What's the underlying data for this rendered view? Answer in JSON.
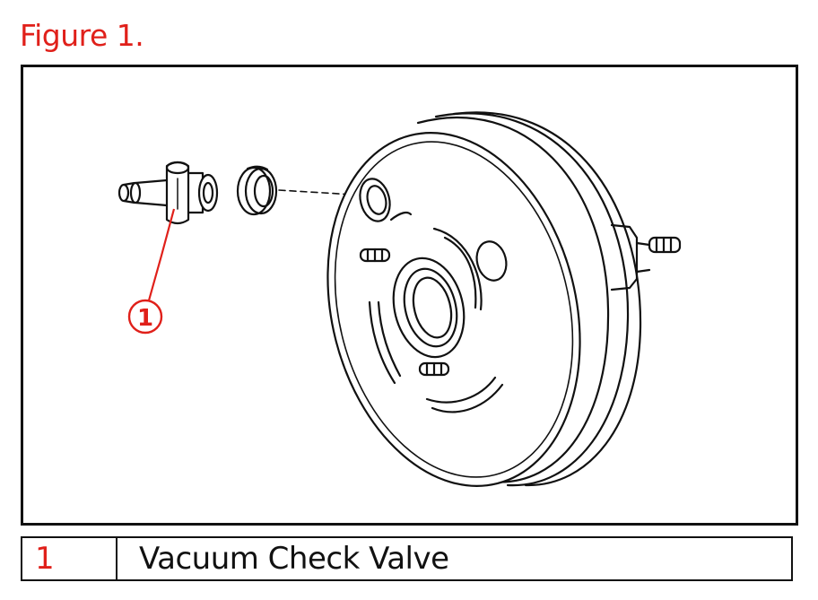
{
  "figure": {
    "title": "Figure 1."
  },
  "callouts": [
    {
      "number": "1"
    }
  ],
  "legend": {
    "rows": [
      {
        "number": "1",
        "label": "Vacuum Check Valve"
      }
    ]
  },
  "colors": {
    "accent": "#e0201a",
    "line": "#111111"
  }
}
